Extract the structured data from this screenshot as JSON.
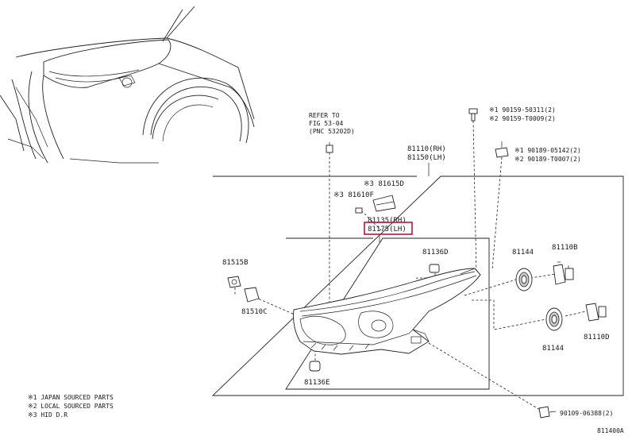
{
  "labels": {
    "refer_line1": "REFER TO",
    "refer_line2": "FIG 53-04",
    "refer_line3": "(PNC 53202D)",
    "assy_rh": "81110(RH)",
    "assy_lh": "81150(LH)",
    "part_81615D": "※3 81615D",
    "part_81610F": "※3 81610F",
    "part_81135": "81135(RH)",
    "part_81175": "81175(LH)",
    "part_81136D": "81136D",
    "part_81515B": "81515B",
    "part_81510C": "81510C",
    "part_81136E": "81136E",
    "part_81144_top": "81144",
    "part_81144_bottom": "81144",
    "part_81110B": "81110B",
    "part_81110D": "81110D",
    "bolt_top_1": "※1 90159-50311(2)",
    "bolt_top_2": "※2 90159-T0009(2)",
    "clip_1": "※1 90189-05142(2)",
    "clip_2": "※2 90189-T0007(2)",
    "screw_bottom": "90109-06388(2)",
    "drawing_code": "811400A"
  },
  "legend": {
    "note1": "※1 JAPAN SOURCED PARTS",
    "note2": "※2 LOCAL SOURCED PARTS",
    "note3": "※3 HID D.R"
  },
  "highlight": {
    "target": "81175(LH)",
    "color": "#b5163a"
  }
}
